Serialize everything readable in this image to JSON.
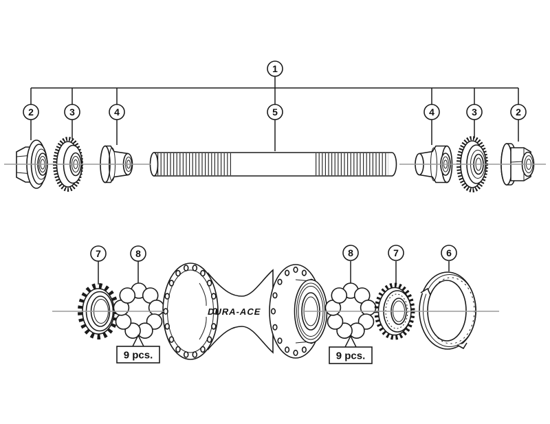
{
  "diagram": {
    "callouts": {
      "n1": "1",
      "n2": "2",
      "n3": "3",
      "n4": "4",
      "n5": "5",
      "n6": "6",
      "n7": "7",
      "n8": "8"
    },
    "quantity_label": "9 pcs.",
    "brand_label": "DURA-ACE",
    "colors": {
      "line": "#1a1a1a",
      "centerline": "#9a9a9a",
      "background": "#ffffff"
    }
  }
}
